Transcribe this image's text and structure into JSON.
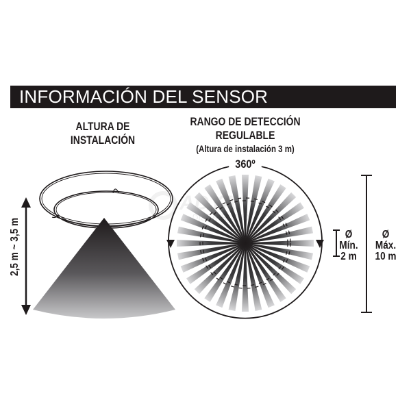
{
  "header": {
    "title": "INFORMACIÓN DEL SENSOR",
    "background_color": "#1e1a1b",
    "text_color": "#ffffff"
  },
  "left_panel": {
    "title_line1": "ALTURA DE",
    "title_line2": "INSTALACIÓN",
    "height_range_label": "2,5 m ~ 3,5 m",
    "illustration": "ceiling-sensor-with-detection-cone"
  },
  "right_panel": {
    "title_line1": "RANGO DE DETECCIÓN",
    "title_line2": "REGULABLE",
    "subtitle": "(Altura de instalación 3 m)",
    "angle_label": "360º",
    "illustration": "top-view-radial-detection-pattern",
    "ray_count": 32
  },
  "dimensions": {
    "min": {
      "symbol": "Ø",
      "label": "Mín.",
      "value": "2 m"
    },
    "max": {
      "symbol": "Ø",
      "label": "Máx.",
      "value": "10 m"
    }
  }
}
